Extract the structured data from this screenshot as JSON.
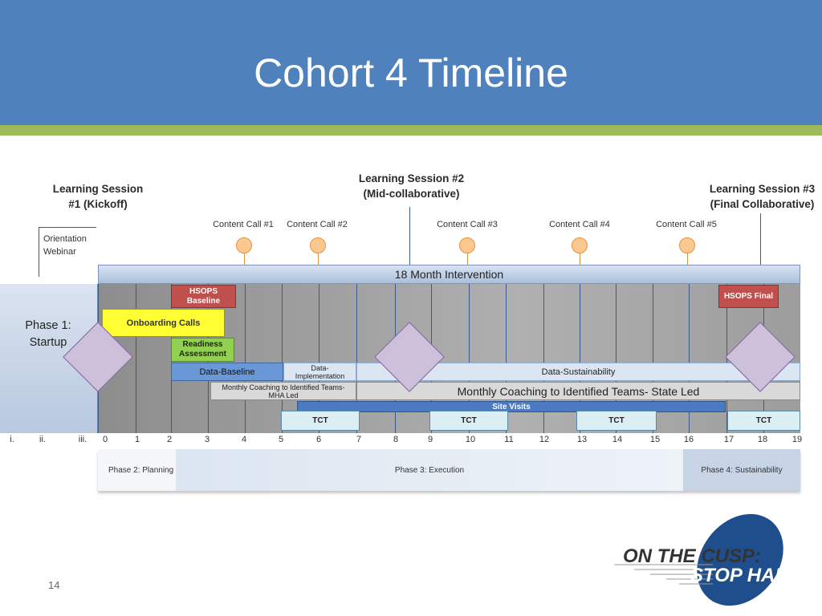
{
  "slide": {
    "title": "Cohort 4 Timeline",
    "page_number": "14"
  },
  "learning_sessions": [
    {
      "line1": "Learning Session",
      "line2": "#1 (Kickoff)"
    },
    {
      "line1": "Learning Session #2",
      "line2": "(Mid-collaborative)"
    },
    {
      "line1": "Learning Session #3",
      "line2": "(Final Collaborative)"
    }
  ],
  "orientation": {
    "line1": "Orientation",
    "line2": "Webinar"
  },
  "content_calls": [
    "Content Call #1",
    "Content Call #2",
    "Content Call #3",
    "Content Call #4",
    "Content Call #5"
  ],
  "intervention_label": "18 Month Intervention",
  "phase1": {
    "line1": "Phase 1:",
    "line2": "Startup"
  },
  "activities": {
    "hsops_baseline": {
      "line1": "HSOPS",
      "line2": "Baseline"
    },
    "hsops_final": "HSOPS Final",
    "onboarding_calls": "Onboarding Calls",
    "readiness": {
      "line1": "Readiness",
      "line2": "Assessment"
    },
    "data_baseline": "Data-Baseline",
    "data_implementation": {
      "line1": "Data-",
      "line2": "Implementation"
    },
    "data_sustainability": "Data-Sustainability",
    "coaching_mha": {
      "line1": "Monthly Coaching to Identified Teams-",
      "line2": "MHA Led"
    },
    "coaching_state": "Monthly Coaching to Identified Teams- State Led",
    "site_visits": "Site Visits",
    "tct": [
      "TCT",
      "TCT",
      "TCT",
      "TCT"
    ]
  },
  "axis": {
    "pre_ticks": [
      "i.",
      "ii.",
      "iii."
    ],
    "month_ticks": [
      "0",
      "1",
      "2",
      "3",
      "4",
      "5",
      "6",
      "7",
      "8",
      "9",
      "10",
      "11",
      "12",
      "13",
      "14",
      "15",
      "16",
      "17",
      "18",
      "19"
    ]
  },
  "phases": [
    "Phase 2: Planning",
    "Phase 3: Execution",
    "Phase 4: Sustainability"
  ],
  "logo": {
    "line1": "ON THE CUSP:",
    "line2": "STOP HAI"
  },
  "colors": {
    "title_bar": "#4f81bd",
    "accent_green": "#9bbb59",
    "hsops": "#c0504d",
    "onboarding": "#ffff33",
    "readiness": "#92d050",
    "milestone_diamond": "#ccc0da",
    "content_call_dot": "#fbc990",
    "logo_blue": "#1f4e8c"
  }
}
